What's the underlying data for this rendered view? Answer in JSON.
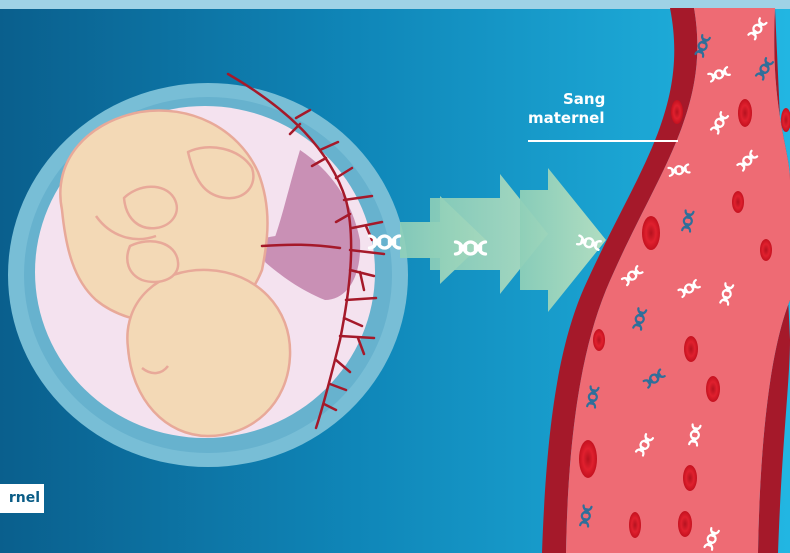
{
  "labels": {
    "blood_line1": "Sang",
    "blood_line2": "maternel",
    "partial_label": "rnel"
  },
  "colors": {
    "background_dark": "#0b6f9b",
    "background_light": "#1aa9d6",
    "top_band": "#9fd2e6",
    "amniotic_ring": "#7ec2d9",
    "uterus_inner": "#f4e2ef",
    "fetus_skin": "#f3d9b6",
    "fetus_outline": "#e8a999",
    "placenta": "#c990b5",
    "vessel_red": "#a5192a",
    "vessel_fill": "#ee6b74",
    "red_cell": "#d71e2b",
    "arrow_green": "#a6d7ba",
    "dna_blue": "#2f6f9a",
    "dna_white": "#ffffff"
  },
  "icons": {
    "dna": "dna-icon",
    "red_blood_cell": "red-blood-cell-icon"
  }
}
